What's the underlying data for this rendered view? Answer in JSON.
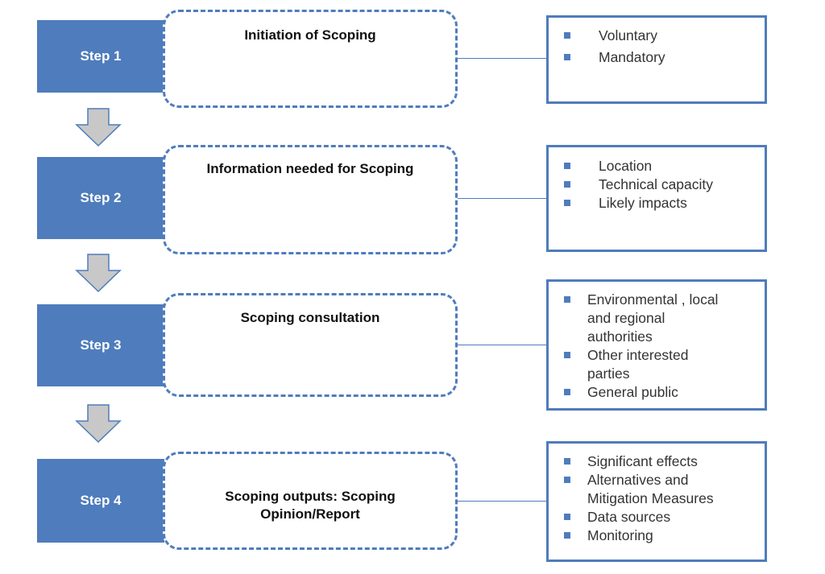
{
  "steps": [
    {
      "label": "Step 1",
      "title_lines": [
        "Initiation of Scoping"
      ],
      "items": [
        [
          "Voluntary"
        ],
        [
          "Mandatory"
        ]
      ]
    },
    {
      "label": "Step 2",
      "title_lines": [
        "Information needed for Scoping"
      ],
      "items": [
        [
          "Location"
        ],
        [
          "Technical capacity"
        ],
        [
          "Likely impacts"
        ]
      ]
    },
    {
      "label": "Step 3",
      "title_lines": [
        "Scoping consultation"
      ],
      "items": [
        [
          "Environmental , local",
          "and regional",
          "authorities"
        ],
        [
          "Other interested",
          "parties"
        ],
        [
          "General public"
        ]
      ]
    },
    {
      "label": "Step 4",
      "title_lines": [
        "Scoping outputs: Scoping",
        "Opinion/Report"
      ],
      "items": [
        [
          "Significant effects"
        ],
        [
          "Alternatives and",
          "Mitigation Measures"
        ],
        [
          "Data sources"
        ],
        [
          "Monitoring"
        ]
      ]
    }
  ],
  "colors": {
    "accent": "#4f7cbc",
    "arrow_fill": "#c8c8c8",
    "arrow_stroke": "#4f7cbc"
  }
}
